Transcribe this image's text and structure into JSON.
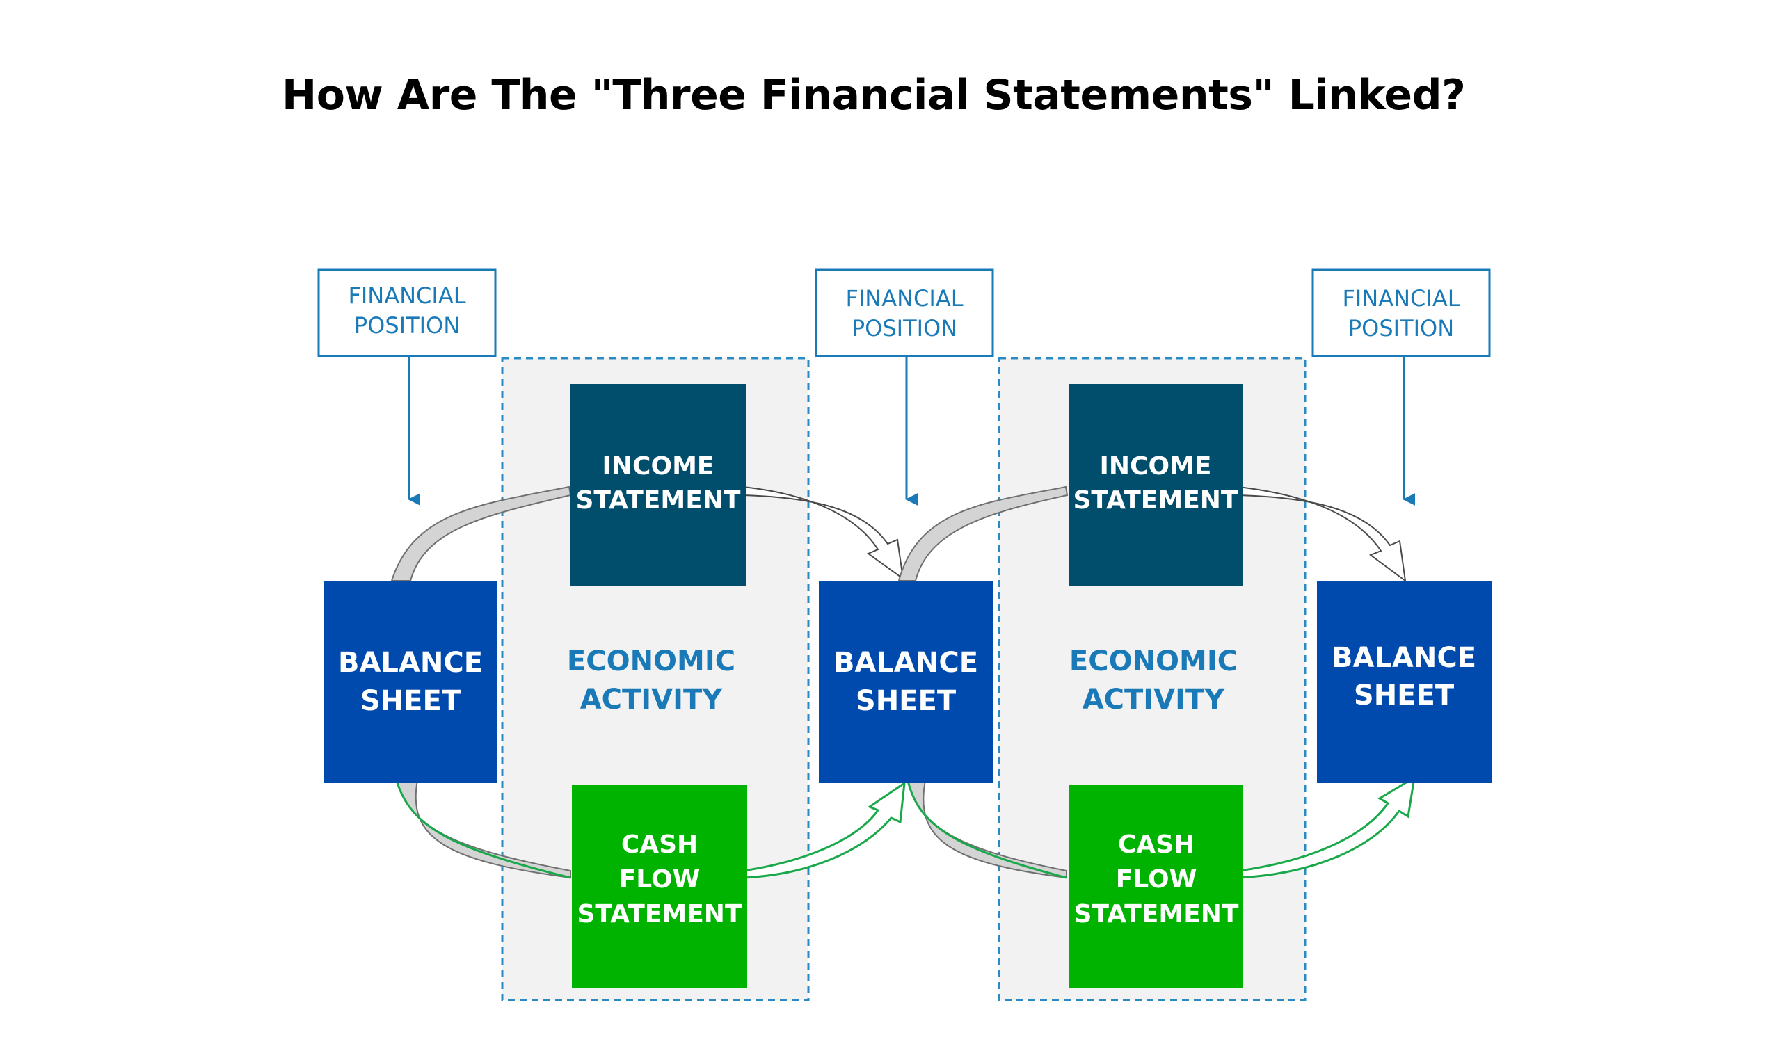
{
  "title": "How Are The \"Three Financial Statements\" Linked?",
  "colors": {
    "position_blue": "#1a7ab8",
    "income_statement": "#004e6c",
    "balance_sheet": "#004aad",
    "cash_flow": "#00b300",
    "activity_fill": "#f2f2f2",
    "activity_border": "#2a8ac4",
    "arrow_gray": "#d4d4d4"
  },
  "financial_positions": [
    {
      "line1": "FINANCIAL",
      "line2": "POSITION"
    },
    {
      "line1": "FINANCIAL",
      "line2": "POSITION"
    },
    {
      "line1": "FINANCIAL",
      "line2": "POSITION"
    }
  ],
  "balance_sheets": [
    {
      "line1": "BALANCE",
      "line2": "SHEET"
    },
    {
      "line1": "BALANCE",
      "line2": "SHEET"
    },
    {
      "line1": "BALANCE",
      "line2": "SHEET"
    }
  ],
  "economic_activities": [
    {
      "line1": "ECONOMIC",
      "line2": "ACTIVITY"
    },
    {
      "line1": "ECONOMIC",
      "line2": "ACTIVITY"
    }
  ],
  "income_statements": [
    {
      "line1": "INCOME",
      "line2": "STATEMENT"
    },
    {
      "line1": "INCOME",
      "line2": "STATEMENT"
    }
  ],
  "cash_flow_statements": [
    {
      "line1": "CASH",
      "line2": "FLOW",
      "line3": "STATEMENT"
    },
    {
      "line1": "CASH",
      "line2": "FLOW",
      "line3": "STATEMENT"
    }
  ]
}
